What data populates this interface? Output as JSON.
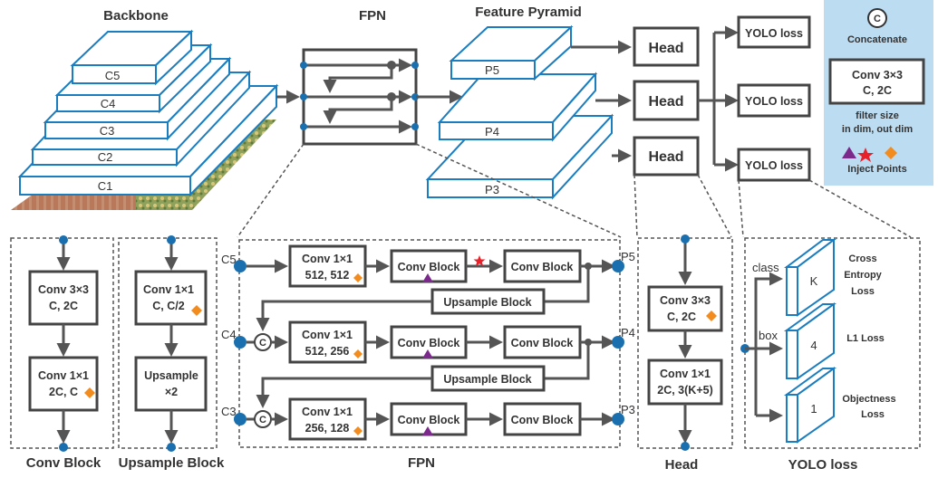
{
  "titles": {
    "backbone": "Backbone",
    "fpn": "FPN",
    "feature_pyramid": "Feature Pyramid"
  },
  "backbone_levels": [
    "C1",
    "C2",
    "C3",
    "C4",
    "C5"
  ],
  "pyramid_levels": [
    "P5",
    "P4",
    "P3"
  ],
  "heads": [
    "Head",
    "Head",
    "Head"
  ],
  "yolo_losses": [
    "YOLO loss",
    "YOLO loss",
    "YOLO loss"
  ],
  "legend": {
    "concat_symbol": "C",
    "concat_label": "Concatenate",
    "conv_line1": "Conv 3×3",
    "conv_line2": "C, 2C",
    "desc_line1": "filter size",
    "desc_line2": "in dim, out dim",
    "inject_label": "Inject Points",
    "colors": {
      "background": "#bcdcf2",
      "triangle": "#7b2a8c",
      "star": "#e8202a",
      "diamond": "#f28c1e"
    }
  },
  "conv_block": {
    "caption": "Conv Block",
    "box1": [
      "Conv 3×3",
      "C, 2C"
    ],
    "box2": [
      "Conv 1×1",
      "2C, C"
    ]
  },
  "upsample_block": {
    "caption": "Upsample Block",
    "box1": [
      "Conv 1×1",
      "C, C/2"
    ],
    "box2": [
      "Upsample",
      "×2"
    ]
  },
  "fpn_detail": {
    "caption": "FPN",
    "inputs": [
      "C5",
      "C4",
      "C3"
    ],
    "outputs": [
      "P5",
      "P4",
      "P3"
    ],
    "rows": [
      {
        "conv": [
          "Conv 1×1",
          "512, 512"
        ],
        "block1": "Conv Block",
        "block2": "Conv Block"
      },
      {
        "conv": [
          "Conv 1×1",
          "512, 256"
        ],
        "block1": "Conv Block",
        "block2": "Conv Block"
      },
      {
        "conv": [
          "Conv 1×1",
          "256, 128"
        ],
        "block1": "Conv Block",
        "block2": "Conv Block"
      }
    ],
    "upsample_label": "Upsample Block",
    "concat_symbol": "C"
  },
  "head_detail": {
    "caption": "Head",
    "box1": [
      "Conv 3×3",
      "C, 2C"
    ],
    "box2": [
      "Conv 1×1",
      "2C, 3(K+5)"
    ]
  },
  "yolo_detail": {
    "caption": "YOLO loss",
    "branches": [
      {
        "label": "class",
        "value": "K",
        "loss": [
          "Cross",
          "Entropy",
          "Loss"
        ]
      },
      {
        "label": "box",
        "value": "4",
        "loss": [
          "L1 Loss"
        ]
      },
      {
        "label": "",
        "value": "1",
        "loss": [
          "Objectness",
          "Loss"
        ]
      }
    ]
  }
}
